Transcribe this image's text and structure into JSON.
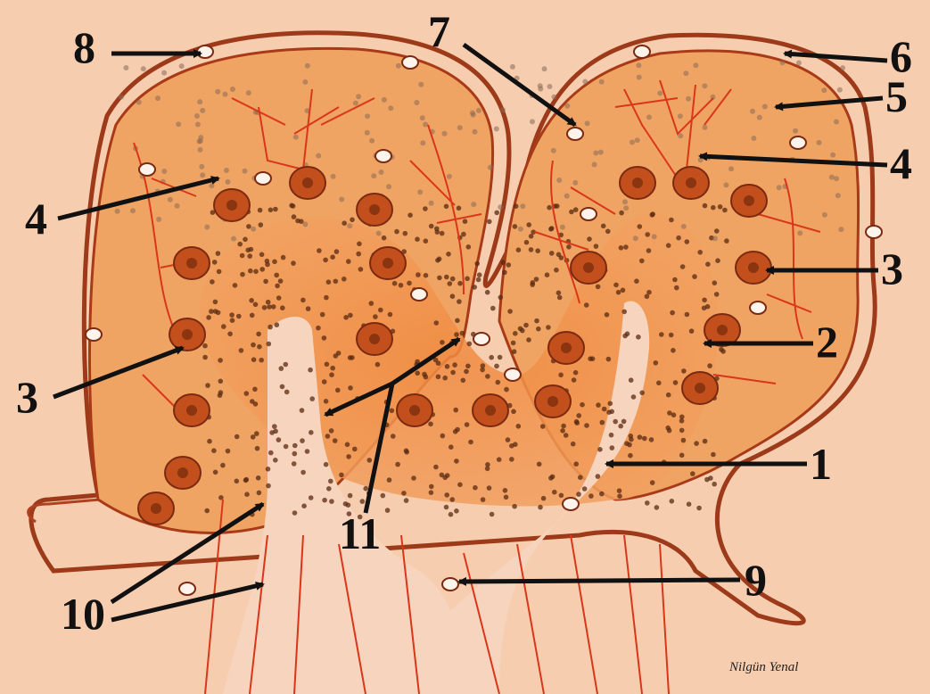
{
  "labels": {
    "n1": "1",
    "n2": "2",
    "n3a": "3",
    "n3b": "3",
    "n4a": "4",
    "n4b": "4",
    "n5": "5",
    "n6": "6",
    "n7": "7",
    "n8": "8",
    "n9": "9",
    "n10": "10",
    "n11": "11"
  },
  "signature": "Nilgün Yenal",
  "colors": {
    "background": "#f7cdb0",
    "tissue": "#f09a55",
    "granular": "#e8742c",
    "vessel": "#d9361a",
    "cell": "#c9531e",
    "outline": "#8a2a12",
    "arrow": "#111111"
  }
}
